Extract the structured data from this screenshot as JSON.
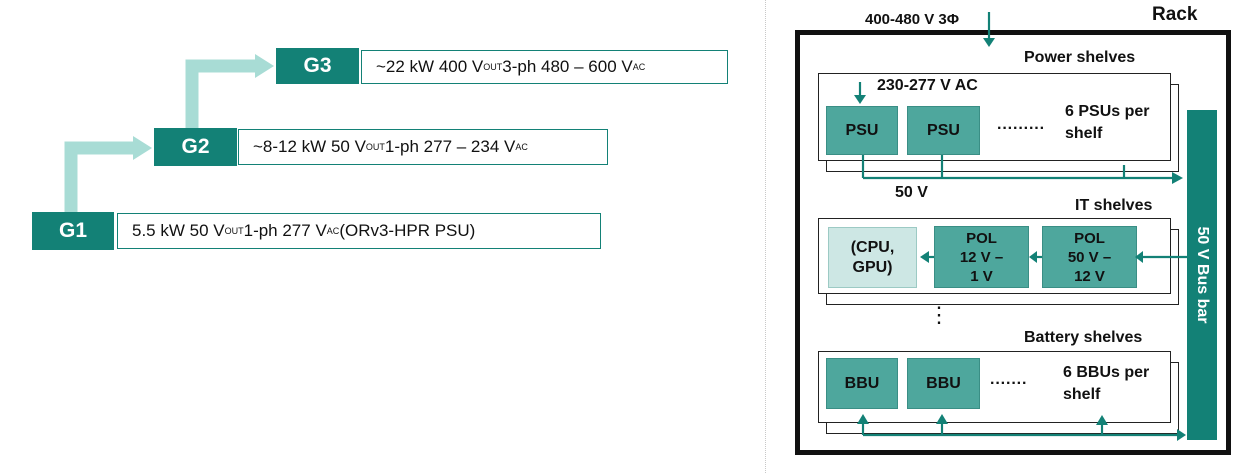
{
  "generations": [
    {
      "id": "G1",
      "power": "5.5 kW 50 V",
      "vout_sub": "OUT",
      "phase": " 1-ph 277 V",
      "vin_sub": "AC",
      "extra": " (ORv3-HPR PSU)"
    },
    {
      "id": "G2",
      "power": "~8-12 kW 50 V",
      "vout_sub": "OUT",
      "phase": " 1-ph 277 – 234 V",
      "vin_sub": "AC",
      "extra": ""
    },
    {
      "id": "G3",
      "power": "~22 kW 400 V",
      "vout_sub": "OUT",
      "phase": " 3-ph 480 – 600 V",
      "vin_sub": "AC",
      "extra": ""
    }
  ],
  "rack": {
    "title": "Rack",
    "input_label": "400-480 V 3Φ",
    "power_shelves": {
      "label": "Power shelves",
      "ac_label": "230-277 V AC",
      "modules": [
        "PSU",
        "PSU"
      ],
      "dots": "·········",
      "count_line1": "6 PSUs per",
      "count_line2": "shelf",
      "output_label": "50 V"
    },
    "it_shelves": {
      "label": "IT shelves",
      "load": {
        "line1": "(CPU,",
        "line2": "GPU)"
      },
      "pol_1": {
        "line1": "POL",
        "line2": "12 V –",
        "line3": "1 V"
      },
      "pol_2": {
        "line1": "POL",
        "line2": "50 V –",
        "line3": "12 V"
      }
    },
    "vertical_dots": "⋮",
    "battery_shelves": {
      "label": "Battery shelves",
      "modules": [
        "BBU",
        "BBU"
      ],
      "dots": "·······",
      "count_line1": "6 BBUs per",
      "count_line2": "shelf"
    },
    "busbar_label": "50 V Bus bar"
  },
  "colors": {
    "teal": "#138176",
    "teal_light_arrow": "#a8dcd5",
    "module": "#4ea79d",
    "load": "#cde7e4"
  }
}
